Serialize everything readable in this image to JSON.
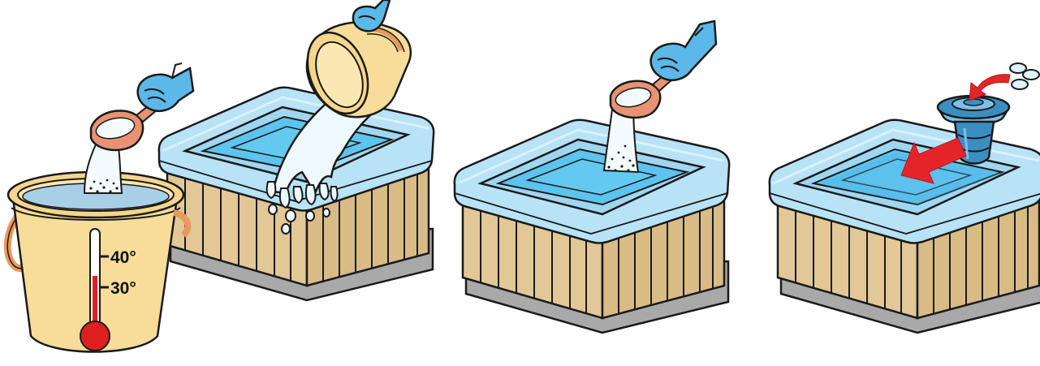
{
  "steps": [
    {
      "id": "dissolve-in-warm-water"
    },
    {
      "id": "pour-into-spa"
    },
    {
      "id": "add-granules"
    },
    {
      "id": "place-floating-dispenser"
    }
  ],
  "thermometer": {
    "marks": [
      {
        "label": "40°"
      },
      {
        "label": "30°"
      }
    ]
  },
  "colors": {
    "outline": "#1a1a1a",
    "water": "#5cc4ee",
    "water_deep": "#4fb3e6",
    "cover": "#b8e2f6",
    "cover_inner": "#9fd6f1",
    "wood": "#e2c797",
    "wood_dark": "#d2b27a",
    "base": "#a9a9a9",
    "glove": "#5bb8e8",
    "bucket": "#f7dc9a",
    "bucket_rim": "#f5d68c",
    "handle": "#e89a5a",
    "scoop": "#e79373",
    "chemical": "#f4fbff",
    "thermo_red": "#e02020",
    "arrow_red": "#e5242a",
    "dispenser": "#3b8ec2",
    "dispenser_light": "#7cc0e6",
    "tablet": "#dff2fb"
  },
  "icons": [
    "glove-hand-icon",
    "scoop-icon",
    "bucket-icon",
    "thermometer-icon",
    "spa-tub-icon",
    "floating-dispenser-icon",
    "red-arrow-icon",
    "chlorine-tablet-icon"
  ]
}
